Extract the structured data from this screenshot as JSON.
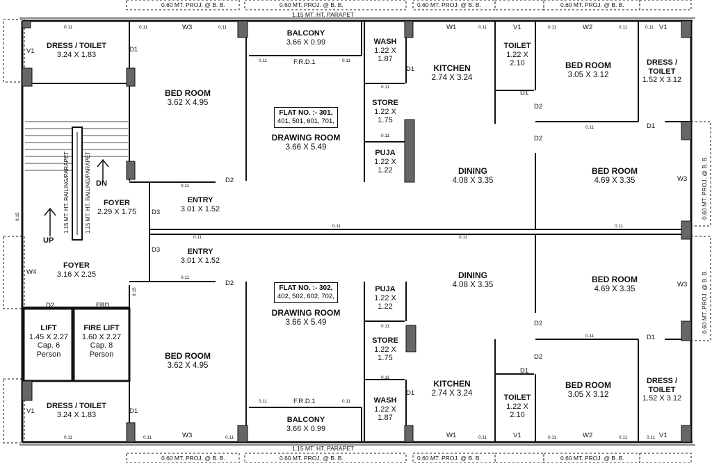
{
  "projection": "0.60 MT. PROJ. @ B. B.",
  "parapet": "1.15 MT. HT. PARAPET",
  "railing": "1.15 MT. HT. RAILING/PARAPET",
  "frd": "F.R.D.1",
  "frd_short": "FRD",
  "up": "UP",
  "dn": "DN",
  "flat_top": "FLAT NO. :- 301, 401, 501, 601, 701,",
  "flat_top_l1": "FLAT NO. :- 301,",
  "flat_top_l2": "401, 501, 601, 701,",
  "flat_bot_l1": "FLAT NO. :- 302,",
  "flat_bot_l2": "402, 502, 602, 702,",
  "rooms": {
    "dress_toilet": {
      "name": "DRESS / TOILET",
      "dim": "3.24 X 1.83"
    },
    "bed_room_left": {
      "name": "BED ROOM",
      "dim": "3.62 X 4.95"
    },
    "balcony": {
      "name": "BALCONY",
      "dim": "3.66 X 0.99"
    },
    "wash": {
      "name": "WASH",
      "dim1": "1.22 X",
      "dim2": "1.87"
    },
    "kitchen": {
      "name": "KITCHEN",
      "dim": "2.74 X 3.24"
    },
    "toilet": {
      "name": "TOILET",
      "dim1": "1.22 X",
      "dim2": "2.10"
    },
    "bed_room_right": {
      "name": "BED ROOM",
      "dim": "3.05 X 3.12"
    },
    "dress_toilet_r": {
      "name1": "DRESS /",
      "name2": "TOILET",
      "dim": "1.52 X 3.12"
    },
    "store": {
      "name": "STORE",
      "dim1": "1.22 X",
      "dim2": "1.75"
    },
    "puja": {
      "name": "PUJA",
      "dim1": "1.22 X",
      "dim2": "1.22"
    },
    "drawing": {
      "name": "DRAWING ROOM",
      "dim": "3.66 X 5.49"
    },
    "dining": {
      "name": "DINING",
      "dim": "4.08 X 3.35"
    },
    "bed_room_east": {
      "name": "BED ROOM",
      "dim": "4.69 X 3.35"
    },
    "entry": {
      "name": "ENTRY",
      "dim": "3.01 X 1.52"
    },
    "foyer_top": {
      "name": "FOYER",
      "dim": "2.29 X 1.75"
    },
    "foyer_main": {
      "name": "FOYER",
      "dim": "3.16 X 2.25"
    },
    "lift": {
      "name": "LIFT",
      "dim": "1.45 X 2.27",
      "cap1": "Cap. 6",
      "cap2": "Person"
    },
    "fire_lift": {
      "name": "FIRE LIFT",
      "dim": "1.60 X 2.27",
      "cap1": "Cap. 8",
      "cap2": "Person"
    }
  },
  "tags": {
    "d1": "D1",
    "d2": "D2",
    "d3": "D3",
    "v1": "V1",
    "w1": "W1",
    "w2": "W2",
    "w3": "W3",
    "w4": "W4",
    "t011": "0.11",
    "t015": "0.15"
  }
}
